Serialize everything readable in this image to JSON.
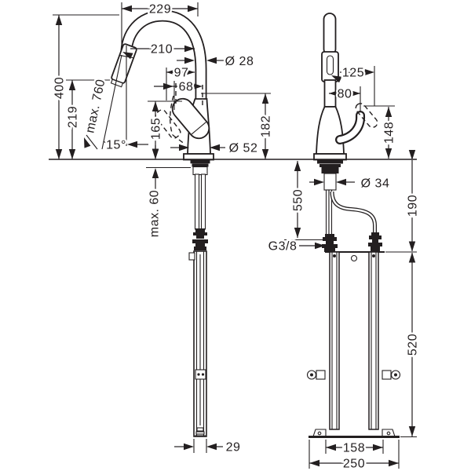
{
  "drawing": {
    "type": "faucet installation technical drawing",
    "ink_color": "#231f20",
    "background": "#ffffff"
  },
  "labels": {
    "front": {
      "d229": "229",
      "d210": "210",
      "dia28": "Ø 28",
      "d97": "97",
      "d68": "68",
      "d400": "400",
      "d219": "219",
      "max760": "max. 760",
      "deg15": "15°",
      "d165": "165",
      "d182": "182",
      "dia52": "Ø 52",
      "max60": "max. 60",
      "d29": "29"
    },
    "side": {
      "d125": "125",
      "d80": "80",
      "d148": "148",
      "dia34": "Ø 34",
      "d550": "550",
      "g38": "G3/8",
      "d190": "190",
      "d520": "520",
      "d158": "158",
      "d250": "250"
    }
  }
}
